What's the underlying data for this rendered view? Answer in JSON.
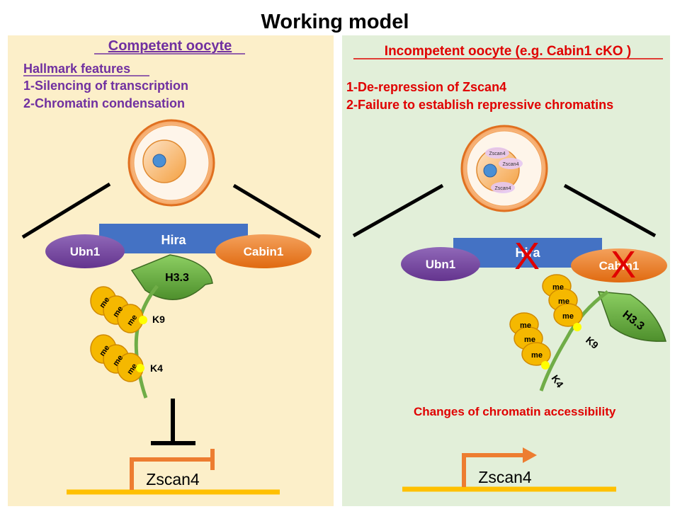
{
  "title": "Working model",
  "left": {
    "heading": "Competent oocyte",
    "features_title": "Hallmark features",
    "features": [
      "1-Silencing of transcription",
      "2-Chromatin condensation"
    ],
    "labels": {
      "ubn1": "Ubn1",
      "hira": "Hira",
      "cabin1": "Cabin1",
      "h33": "H3.3",
      "me": "me",
      "k9": "K9",
      "k4": "K4"
    },
    "gene": "Zscan4"
  },
  "right": {
    "heading": "Incompetent oocyte (e.g. Cabin1 cKO )",
    "features": [
      "1-De-repression of Zscan4",
      "2-Failure to establish repressive chromatins"
    ],
    "labels": {
      "ubn1": "Ubn1",
      "hira": "Hira",
      "cabin1": "Cabin1",
      "h33": "H3.3",
      "me": "me",
      "k9": "K9",
      "k4": "K4"
    },
    "oocyte_labels": [
      "Zscan4",
      "Zscan4",
      "Zscan4"
    ],
    "knockout_mark": "X",
    "accessibility": "Changes of chromatin accessibility",
    "gene": "Zscan4"
  },
  "colors": {
    "left_bg": "#fcefc9",
    "right_bg": "#e2efd9",
    "purple": "#7030a0",
    "red": "#e00000",
    "hira_blue": "#4472c4",
    "ubn1_purple": "#7d4fa6",
    "cabin1_orange": "#ed7d31",
    "h33_green": "#70ad47",
    "me_yellow": "#f5b800",
    "gene_line": "#ffc000",
    "promoter_orange": "#ed7d31"
  }
}
